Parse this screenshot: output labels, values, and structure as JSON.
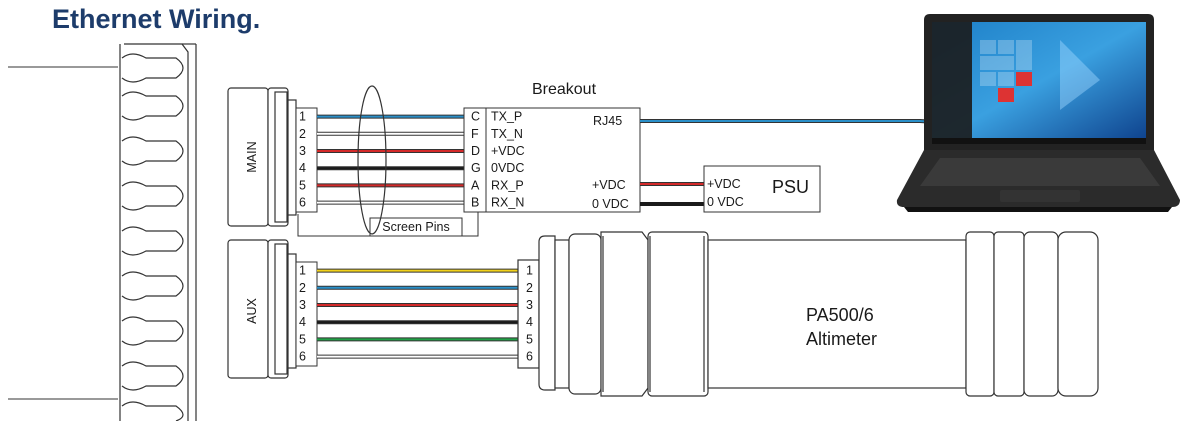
{
  "title": "Ethernet Wiring.",
  "connectors": {
    "main_label": "MAIN",
    "aux_label": "AUX",
    "main_pins": [
      "1",
      "2",
      "3",
      "4",
      "5",
      "6"
    ],
    "aux_pins": [
      "1",
      "2",
      "3",
      "4",
      "5",
      "6"
    ]
  },
  "breakout": {
    "label": "Breakout",
    "pin_letters": [
      "C",
      "F",
      "D",
      "G",
      "A",
      "B"
    ],
    "signals": [
      "TX_P",
      "TX_N",
      "+VDC",
      "0VDC",
      "RX_P",
      "RX_N"
    ],
    "rj45_label": "RJ45",
    "power_pos": "+VDC",
    "power_neg": "0 VDC"
  },
  "screen_pins_label": "Screen Pins",
  "psu": {
    "label": "PSU",
    "pos": "+VDC",
    "neg": "0 VDC"
  },
  "altimeter": {
    "line1": "PA500/6",
    "line2": "Altimeter",
    "pins": [
      "1",
      "2",
      "3",
      "4",
      "5",
      "6"
    ]
  },
  "wire_colors": {
    "main": [
      "#2a8fc8",
      "#ffffff",
      "#d42a2a",
      "#1a1a1a",
      "#d42a2a",
      "#ffffff"
    ],
    "aux": [
      "#f2d21b",
      "#2a8fc8",
      "#d42a2a",
      "#1a1a1a",
      "#21a046",
      "#ffffff"
    ],
    "rj45": "#2a8fc8",
    "psu_pos": "#d42a2a",
    "psu_neg": "#1a1a1a"
  }
}
